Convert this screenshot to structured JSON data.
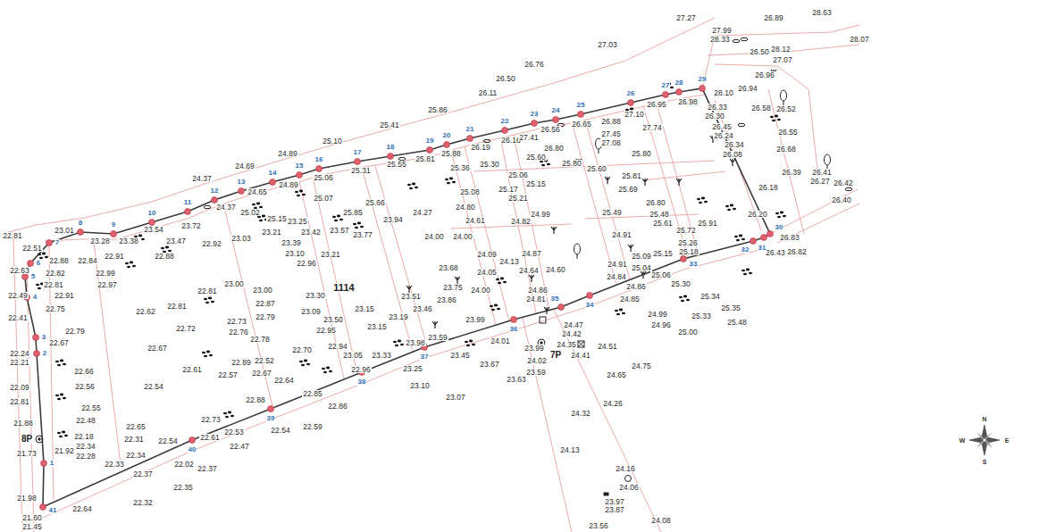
{
  "diagram": {
    "labels": [
      "27.27",
      "28.63",
      "26.89",
      "28.07",
      "27.99",
      "28.33",
      "28.12",
      "26.50",
      "27.07",
      "27.03",
      "26.76",
      "26.50",
      "26.11",
      "25.86",
      "25.41",
      "25.10",
      "24.89",
      "24.69",
      "24.37",
      "26.98",
      "26.95",
      "27.10",
      "26.88",
      "26.65",
      "26.56",
      "26.16",
      "26.19",
      "25.88",
      "25.81",
      "25.55",
      "25.31",
      "25.06",
      "24.89",
      "24.65",
      "24.37",
      "23.72",
      "23.54",
      "23.47",
      "23.38",
      "23.28",
      "23.01",
      "22.81",
      "22.51",
      "22.63",
      "22.82",
      "22.88",
      "22.84",
      "22.91",
      "22.88",
      "22.81",
      "22.91",
      "22.49",
      "22.41",
      "22.75",
      "22.79",
      "22.67",
      "22.24",
      "22.21",
      "22.09",
      "22.66",
      "22.56",
      "22.81",
      "22.55",
      "21.88",
      "22.48",
      "22.18",
      "22.34",
      "22.28",
      "21.92",
      "21.73",
      "22.31",
      "22.34",
      "22.54",
      "22.02",
      "22.33",
      "22.37",
      "22.35",
      "22.37",
      "22.32",
      "22.64",
      "21.60",
      "21.45",
      "21.98",
      "22.61",
      "22.53",
      "22.47",
      "22.73",
      "22.54",
      "22.59",
      "22.88",
      "22.86",
      "22.85",
      "22.99",
      "22.97",
      "22.62",
      "22.81",
      "22.72",
      "22.67",
      "22.54",
      "22.65",
      "22.81",
      "23.00",
      "23.00",
      "22.73",
      "22.76",
      "22.87",
      "22.79",
      "22.78",
      "22.89",
      "22.67",
      "22.64",
      "22.61",
      "22.57",
      "22.52",
      "23.09",
      "23.30",
      "23.50",
      "23.15",
      "23.15",
      "23.19",
      "22.95",
      "22.94",
      "23.05",
      "23.33",
      "22.96",
      "22.70",
      "23.51",
      "23.46",
      "23.86",
      "23.75",
      "23.68",
      "23.98",
      "23.59",
      "23.45",
      "23.25",
      "23.10",
      "23.07",
      "23.67",
      "23.63",
      "23.59",
      "23.99",
      "24.00",
      "24.05",
      "24.09",
      "24.13",
      "24.00",
      "24.87",
      "24.64",
      "24.60",
      "24.86",
      "24.81",
      "24.84",
      "24.86",
      "24.85",
      "24.91",
      "25.09",
      "25.04",
      "25.06",
      "25.26",
      "25.18",
      "25.15",
      "25.30",
      "25.34",
      "25.33",
      "25.35",
      "25.48",
      "25.00",
      "24.99",
      "24.96",
      "24.41",
      "24.51",
      "24.65",
      "24.75",
      "24.32",
      "24.26",
      "24.13",
      "24.16",
      "24.06",
      "23.97",
      "23.87",
      "24.08",
      "23.56",
      "24.35",
      "24.01",
      "24.42",
      "24.47",
      "24.02",
      "23.99",
      "28.10",
      "27.74",
      "26.96",
      "26.94",
      "26.58",
      "26.52",
      "26.33",
      "26.30",
      "26.45",
      "26.55",
      "26.68",
      "26.24",
      "26.34",
      "26.08",
      "26.39",
      "26.41",
      "26.27",
      "26.42",
      "26.40",
      "26.18",
      "26.83",
      "26.82",
      "26.43",
      "26.20",
      "27.45",
      "27.08",
      "26.80",
      "27.41",
      "25.30",
      "25.36",
      "25.06",
      "25.15",
      "25.17",
      "25.21",
      "25.08",
      "24.80",
      "24.82",
      "24.61",
      "24.99",
      "24.91",
      "25.60",
      "25.80",
      "25.60",
      "25.80",
      "25.81",
      "25.69",
      "25.49",
      "25.48",
      "25.61",
      "26.80",
      "25.72",
      "25.91",
      "25.02",
      "25.15",
      "25.07",
      "25.85",
      "25.66",
      "23.77",
      "23.94",
      "24.27",
      "24.00",
      "23.57",
      "23.42",
      "23.39",
      "23.25",
      "23.21",
      "23.03",
      "23.10",
      "23.21",
      "22.96",
      "22.92",
      "1114",
      "7P",
      "8P",
      "N",
      "E",
      "S",
      "W",
      "1",
      "2",
      "3",
      "4",
      "5",
      "6",
      "7",
      "8",
      "9",
      "10",
      "11",
      "12",
      "13",
      "14",
      "15",
      "16",
      "17",
      "18",
      "19",
      "20",
      "21",
      "22",
      "23",
      "24",
      "25",
      "26",
      "27",
      "28",
      "29",
      "30",
      "31",
      "32",
      "33",
      "34",
      "35",
      "36",
      "37",
      "38",
      "39",
      "40",
      "41"
    ]
  }
}
